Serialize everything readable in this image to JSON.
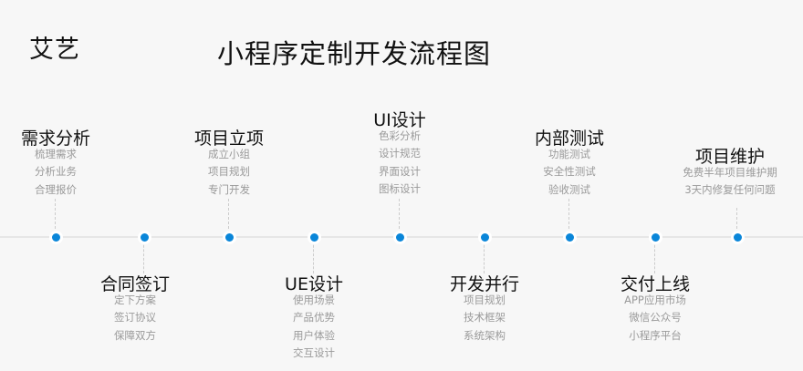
{
  "brand": "艾艺",
  "title": "小程序定制开发流程图",
  "colors": {
    "dot": "#0a86d9",
    "line": "#e6e6e6",
    "heading": "#111111",
    "subtext": "#9a9a9a",
    "background": "#f7f7f7"
  },
  "steps": [
    {
      "label": "需求分析",
      "position": "top",
      "items": [
        "梳理需求",
        "分析业务",
        "合理报价"
      ]
    },
    {
      "label": "合同签订",
      "position": "bottom",
      "items": [
        "定下方案",
        "签订协议",
        "保障双方"
      ]
    },
    {
      "label": "项目立项",
      "position": "top",
      "items": [
        "成立小组",
        "项目规划",
        "专门开发"
      ]
    },
    {
      "label": "UE设计",
      "position": "bottom",
      "items": [
        "使用场景",
        "产品优势",
        "用户体验",
        "交互设计"
      ]
    },
    {
      "label": "UI设计",
      "position": "top",
      "items": [
        "色彩分析",
        "设计规范",
        "界面设计",
        "图标设计"
      ]
    },
    {
      "label": "开发并行",
      "position": "bottom",
      "items": [
        "项目规划",
        "技术框架",
        "系统架构"
      ]
    },
    {
      "label": "内部测试",
      "position": "top",
      "items": [
        "功能测试",
        "安全性测试",
        "验收测试"
      ]
    },
    {
      "label": "交付上线",
      "position": "bottom",
      "items": [
        "APP应用市场",
        "微信公众号",
        "小程序平台"
      ]
    },
    {
      "label": "项目维护",
      "position": "top",
      "items": [
        "免费半年项目维护期",
        "3天内修复任何问题"
      ]
    }
  ]
}
